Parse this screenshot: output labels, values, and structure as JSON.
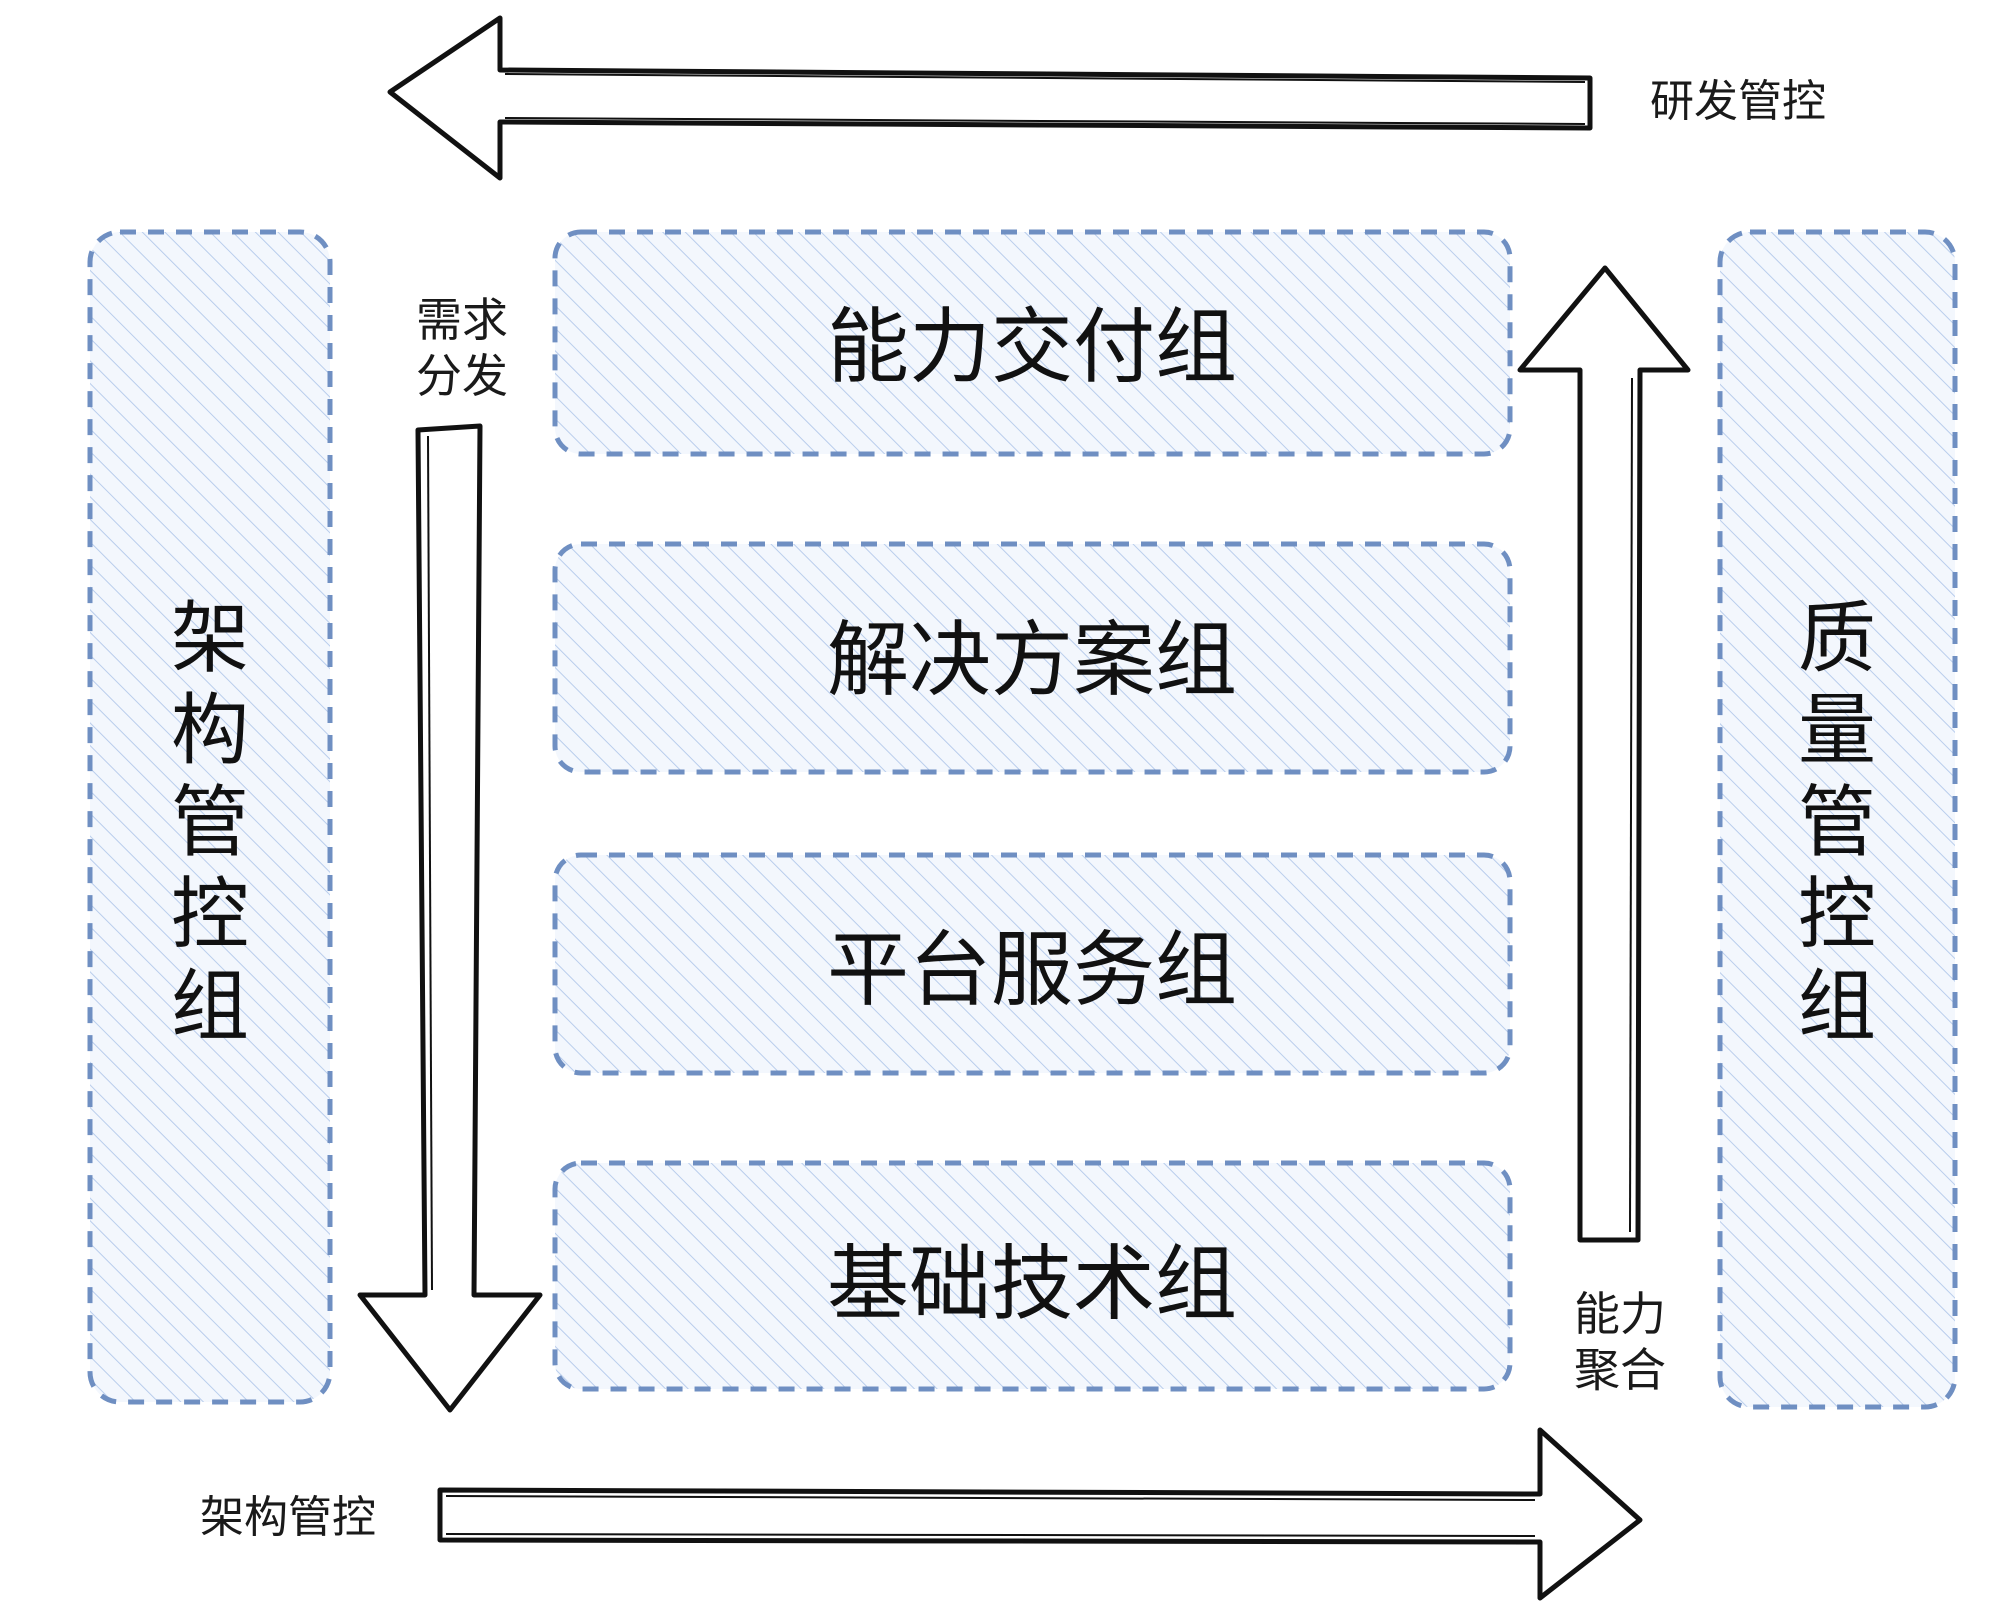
{
  "colors": {
    "box_stroke": "#6f8fc2",
    "box_fill": "#eef4fc",
    "hatch": "#b9cdec",
    "arrow_stroke": "#111111",
    "text": "#111111"
  },
  "top_arrow": {
    "label": "研发管控",
    "direction": "left",
    "icon": "left-arrow-icon"
  },
  "bottom_arrow": {
    "label": "架构管控",
    "direction": "right",
    "icon": "right-arrow-icon"
  },
  "down_arrow": {
    "label_line1": "需求",
    "label_line2": "分发",
    "direction": "down",
    "icon": "down-arrow-icon"
  },
  "up_arrow": {
    "label_line1": "能力",
    "label_line2": "聚合",
    "direction": "up",
    "icon": "up-arrow-icon"
  },
  "left_column": {
    "chars": [
      "架",
      "构",
      "管",
      "控",
      "组"
    ]
  },
  "right_column": {
    "chars": [
      "质",
      "量",
      "管",
      "控",
      "组"
    ]
  },
  "center_boxes": [
    {
      "label": "能力交付组"
    },
    {
      "label": "解决方案组"
    },
    {
      "label": "平台服务组"
    },
    {
      "label": "基础技术组"
    }
  ]
}
